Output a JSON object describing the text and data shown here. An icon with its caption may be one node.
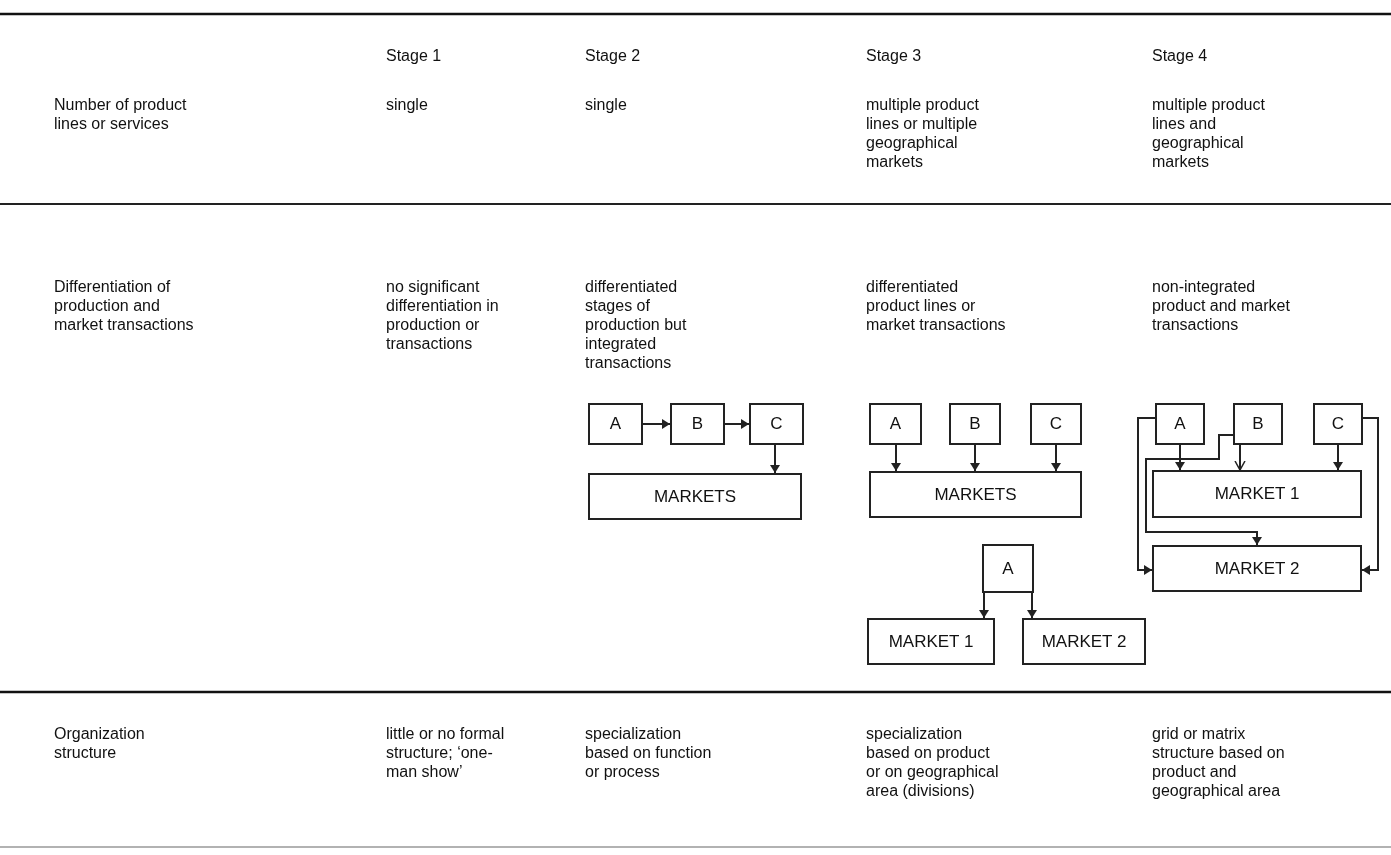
{
  "diagram": {
    "nodes": [
      {
        "text": [
          "A"
        ]
      },
      {
        "text": [
          "B"
        ]
      },
      {
        "text": [
          "C"
        ]
      },
      {
        "text": [
          "MARKETS"
        ]
      },
      {
        "text": [
          "A"
        ]
      },
      {
        "text": [
          "B"
        ]
      },
      {
        "text": [
          "C"
        ]
      },
      {
        "text": [
          "MARKETS"
        ]
      },
      {
        "text": [
          "A"
        ]
      },
      {
        "text": [
          "MARKET 1"
        ]
      },
      {
        "text": [
          "MARKET 2"
        ]
      },
      {
        "text": [
          "A"
        ]
      },
      {
        "text": [
          "B"
        ]
      },
      {
        "text": [
          "C"
        ]
      },
      {
        "text": [
          "MARKET 1"
        ]
      },
      {
        "text": [
          "MARKET 2"
        ]
      }
    ],
    "edges": [
      {
        "from": 0,
        "to": 1,
        "arrow": "to"
      },
      {
        "from": 1,
        "to": 2,
        "arrow": "to"
      },
      {
        "from": 2,
        "to": 3,
        "arrow": "to"
      },
      {
        "from": 4,
        "to": 7,
        "arrow": "to"
      },
      {
        "from": 5,
        "to": 7,
        "arrow": "to"
      },
      {
        "from": 6,
        "to": 7,
        "arrow": "to"
      },
      {
        "from": 8,
        "to": 9,
        "arrow": "to"
      },
      {
        "from": 8,
        "to": 10,
        "arrow": "to"
      },
      {
        "from": 11,
        "to": 14,
        "arrow": "to"
      },
      {
        "from": 12,
        "to": 14,
        "arrow": "to"
      },
      {
        "from": 13,
        "to": 14,
        "arrow": "to"
      },
      {
        "from": 12,
        "to": 15,
        "arrow": "to"
      },
      {
        "from": 11,
        "to": 15,
        "arrow": "to"
      },
      {
        "from": 13,
        "to": 15,
        "arrow": "to"
      }
    ],
    "labels": [
      "Stage 1",
      "Stage 2",
      "Stage 3",
      "Stage 4",
      "Number of product lines or services",
      "single",
      "single",
      "multiple product lines or multiple geographical markets",
      "multiple product lines and geographical markets",
      "Differentiation of production and market transactions",
      "no significant differentiation in production or transactions",
      "differentiated stages of production but integrated transactions",
      "differentiated product lines or market transactions",
      "non-integrated product and market transactions",
      "Organization structure",
      "little or no formal structure; ‘one-man show’",
      "specialization based on function or process",
      "specialization based on product or on geographical area (divisions)",
      "grid or matrix structure based on product and geographical area"
    ]
  }
}
